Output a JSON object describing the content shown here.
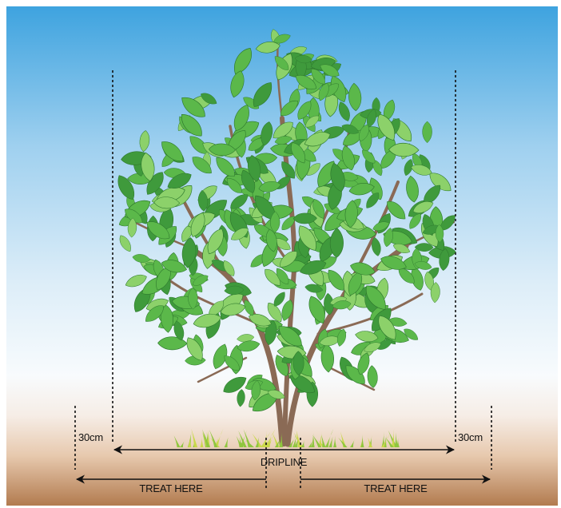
{
  "labels": {
    "offset_left": "30cm",
    "offset_right": "30cm",
    "dripline": "DRIPLINE",
    "treat_left": "TREAT HERE",
    "treat_right": "TREAT HERE"
  },
  "colors": {
    "sky_top": "#3ea3df",
    "sky_mid": "#cfe6f6",
    "sky_low": "#f8fbfd",
    "soil_light": "#f0e2d6",
    "soil_dark": "#b27b4f",
    "leaf_dark": "#3f9a3c",
    "leaf_mid": "#5bb84a",
    "leaf_light": "#8cd16a",
    "trunk": "#8a6a55",
    "grass": "#8fc63f",
    "line": "#111111"
  },
  "icons": {
    "tree": "tree-illustration",
    "grass": "grass-tuft"
  }
}
